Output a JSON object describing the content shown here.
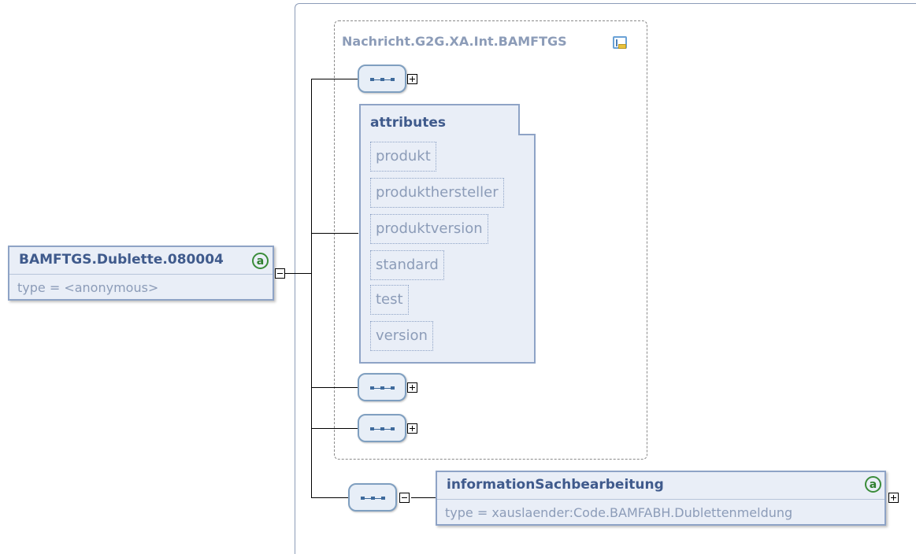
{
  "root_element": {
    "name": "BAMFTGS.Dublette.080004",
    "type": "type = <anonymous>",
    "badge": "a"
  },
  "group": {
    "title": "Nachricht.G2G.XA.Int.BAMFTGS"
  },
  "attributes": {
    "title": "attributes",
    "items": [
      "produkt",
      "produkthersteller",
      "produktversion",
      "standard",
      "test",
      "version"
    ]
  },
  "child_element": {
    "name": "informationSachbearbeitung",
    "type": "type = xauslaender:Code.BAMFABH.Dublettenmeldung",
    "badge": "a"
  },
  "icons": {
    "sequence": "sequence-icon",
    "expand": "plus-icon",
    "collapse": "minus-icon",
    "group": "group-reference-icon",
    "attribute": "attribute-badge-icon"
  }
}
